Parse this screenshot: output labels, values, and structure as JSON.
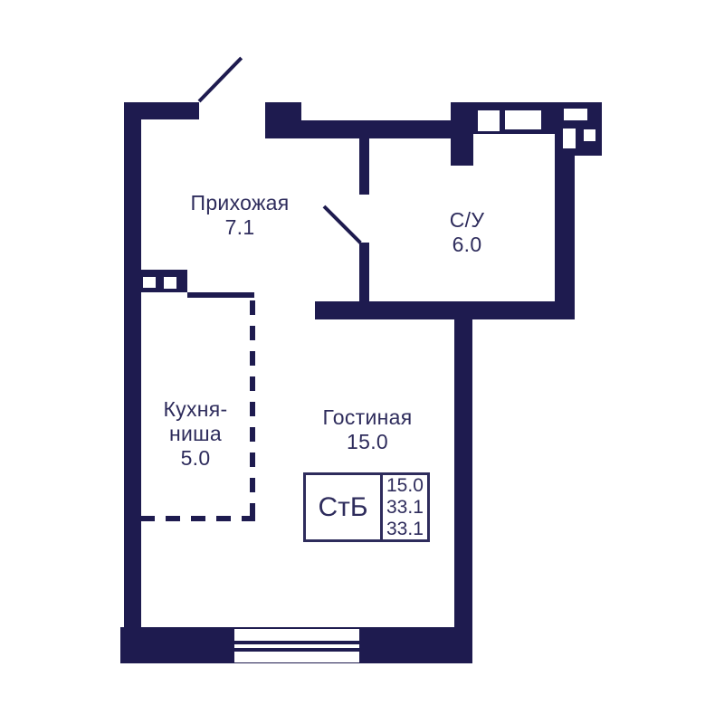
{
  "rooms": {
    "hallway": {
      "name": "Прихожая",
      "area": "7.1"
    },
    "bathroom": {
      "name": "С/У",
      "area": "6.0"
    },
    "kitchen": {
      "name_line1": "Кухня-",
      "name_line2": "ниша",
      "area": "5.0"
    },
    "living": {
      "name": "Гостиная",
      "area": "15.0"
    }
  },
  "info_box": {
    "label": "СтБ",
    "values": [
      "15.0",
      "33.1",
      "33.1"
    ]
  },
  "colors": {
    "wall": "#1e1b4f",
    "text": "#2e2c5c",
    "background": "#ffffff"
  }
}
